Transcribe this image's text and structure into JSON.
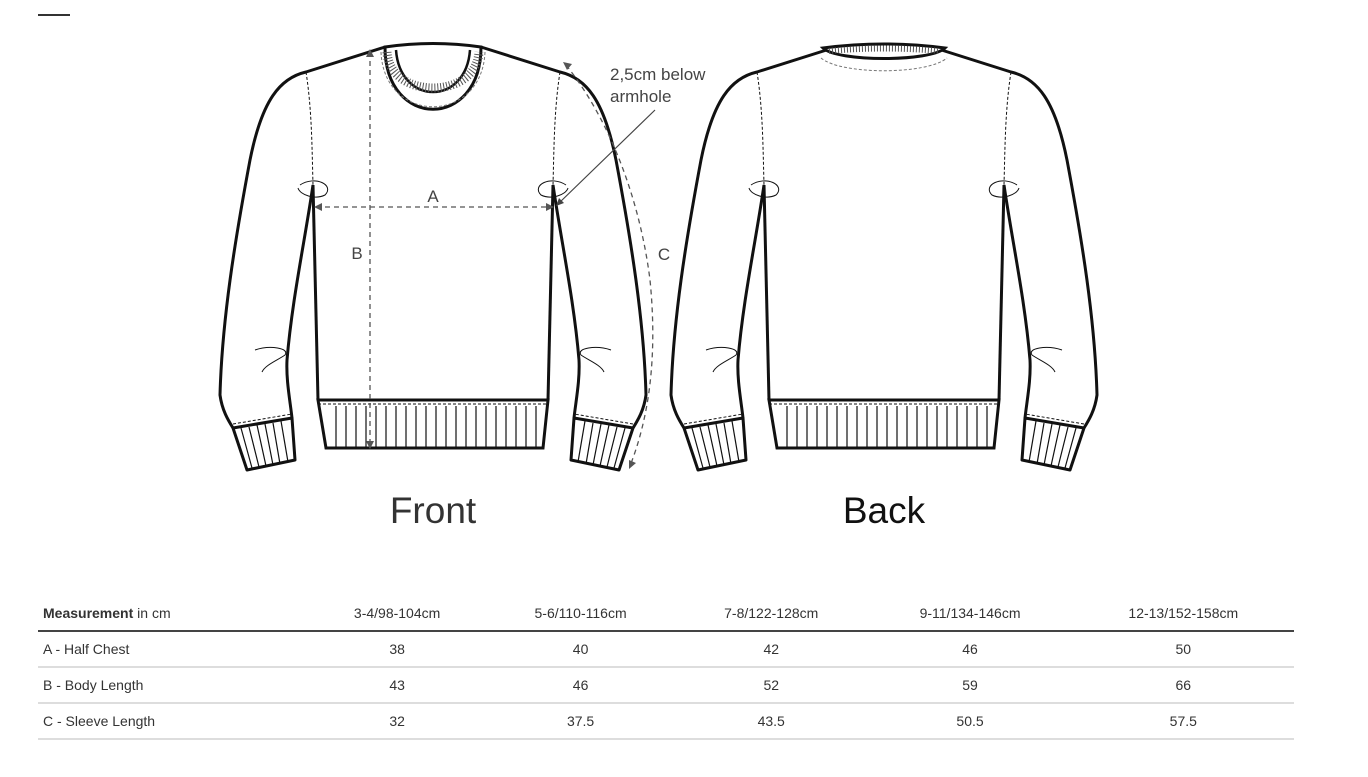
{
  "diagram": {
    "annotation": "2,5cm below armhole",
    "annotation_line1": "2,5cm below",
    "annotation_line2": "armhole",
    "markers": {
      "a": "A",
      "b": "B",
      "c": "C"
    },
    "views": {
      "front": "Front",
      "back": "Back"
    }
  },
  "table": {
    "header_bold": "Measurement",
    "header_unit": " in cm",
    "sizes": [
      "3-4/98-104cm",
      "5-6/110-116cm",
      "7-8/122-128cm",
      "9-11/134-146cm",
      "12-13/152-158cm"
    ],
    "rows": [
      {
        "label": "A - Half Chest",
        "values": [
          "38",
          "40",
          "42",
          "46",
          "50"
        ]
      },
      {
        "label": "B - Body Length",
        "values": [
          "43",
          "46",
          "52",
          "59",
          "66"
        ]
      },
      {
        "label": "C - Sleeve Length",
        "values": [
          "32",
          "37.5",
          "43.5",
          "50.5",
          "57.5"
        ]
      }
    ]
  }
}
